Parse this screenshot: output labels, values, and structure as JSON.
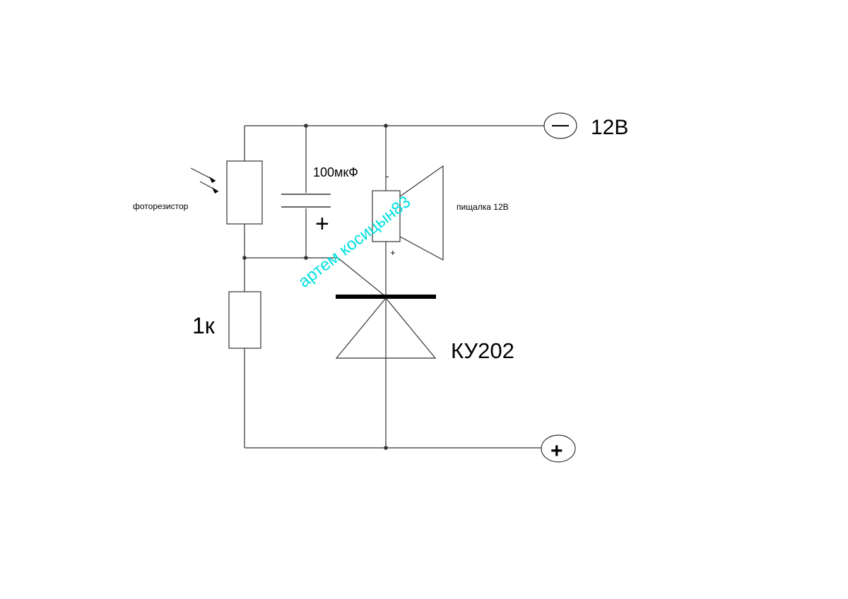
{
  "labels": {
    "voltage": "12В",
    "photoresistor": "фоторезистор",
    "capacitor": "100мкФ",
    "capacitor_polarity": "+",
    "resistor": "1к",
    "buzzer": "пищалка 12В",
    "buzzer_minus": "-",
    "buzzer_plus": "+",
    "thyristor": "КУ202",
    "terminal_plus": "+"
  },
  "watermark": {
    "text": "артем косицын83",
    "color": "#00e0e0"
  },
  "colors": {
    "line": "#333333",
    "background": "#ffffff"
  }
}
